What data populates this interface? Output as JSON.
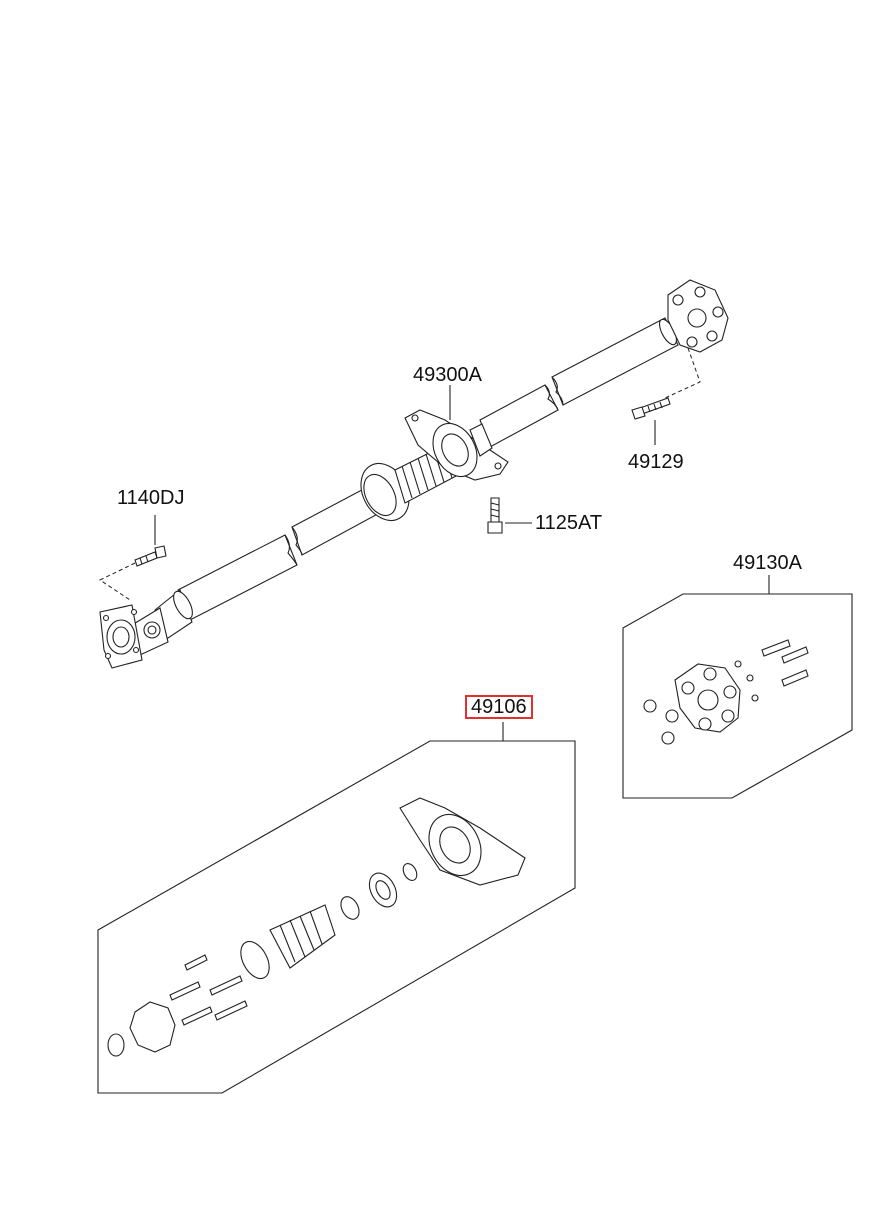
{
  "callouts": {
    "center_bearing": "49300A",
    "coupling_bolt": "49129",
    "flange_bolt": "1140DJ",
    "bearing_bolt": "1125AT",
    "coupling_kit": "49130A",
    "bearing_kit": "49106"
  },
  "selected_callout": "49106",
  "colors": {
    "line": "#222222",
    "highlight": "#e03030",
    "background": "#ffffff"
  }
}
